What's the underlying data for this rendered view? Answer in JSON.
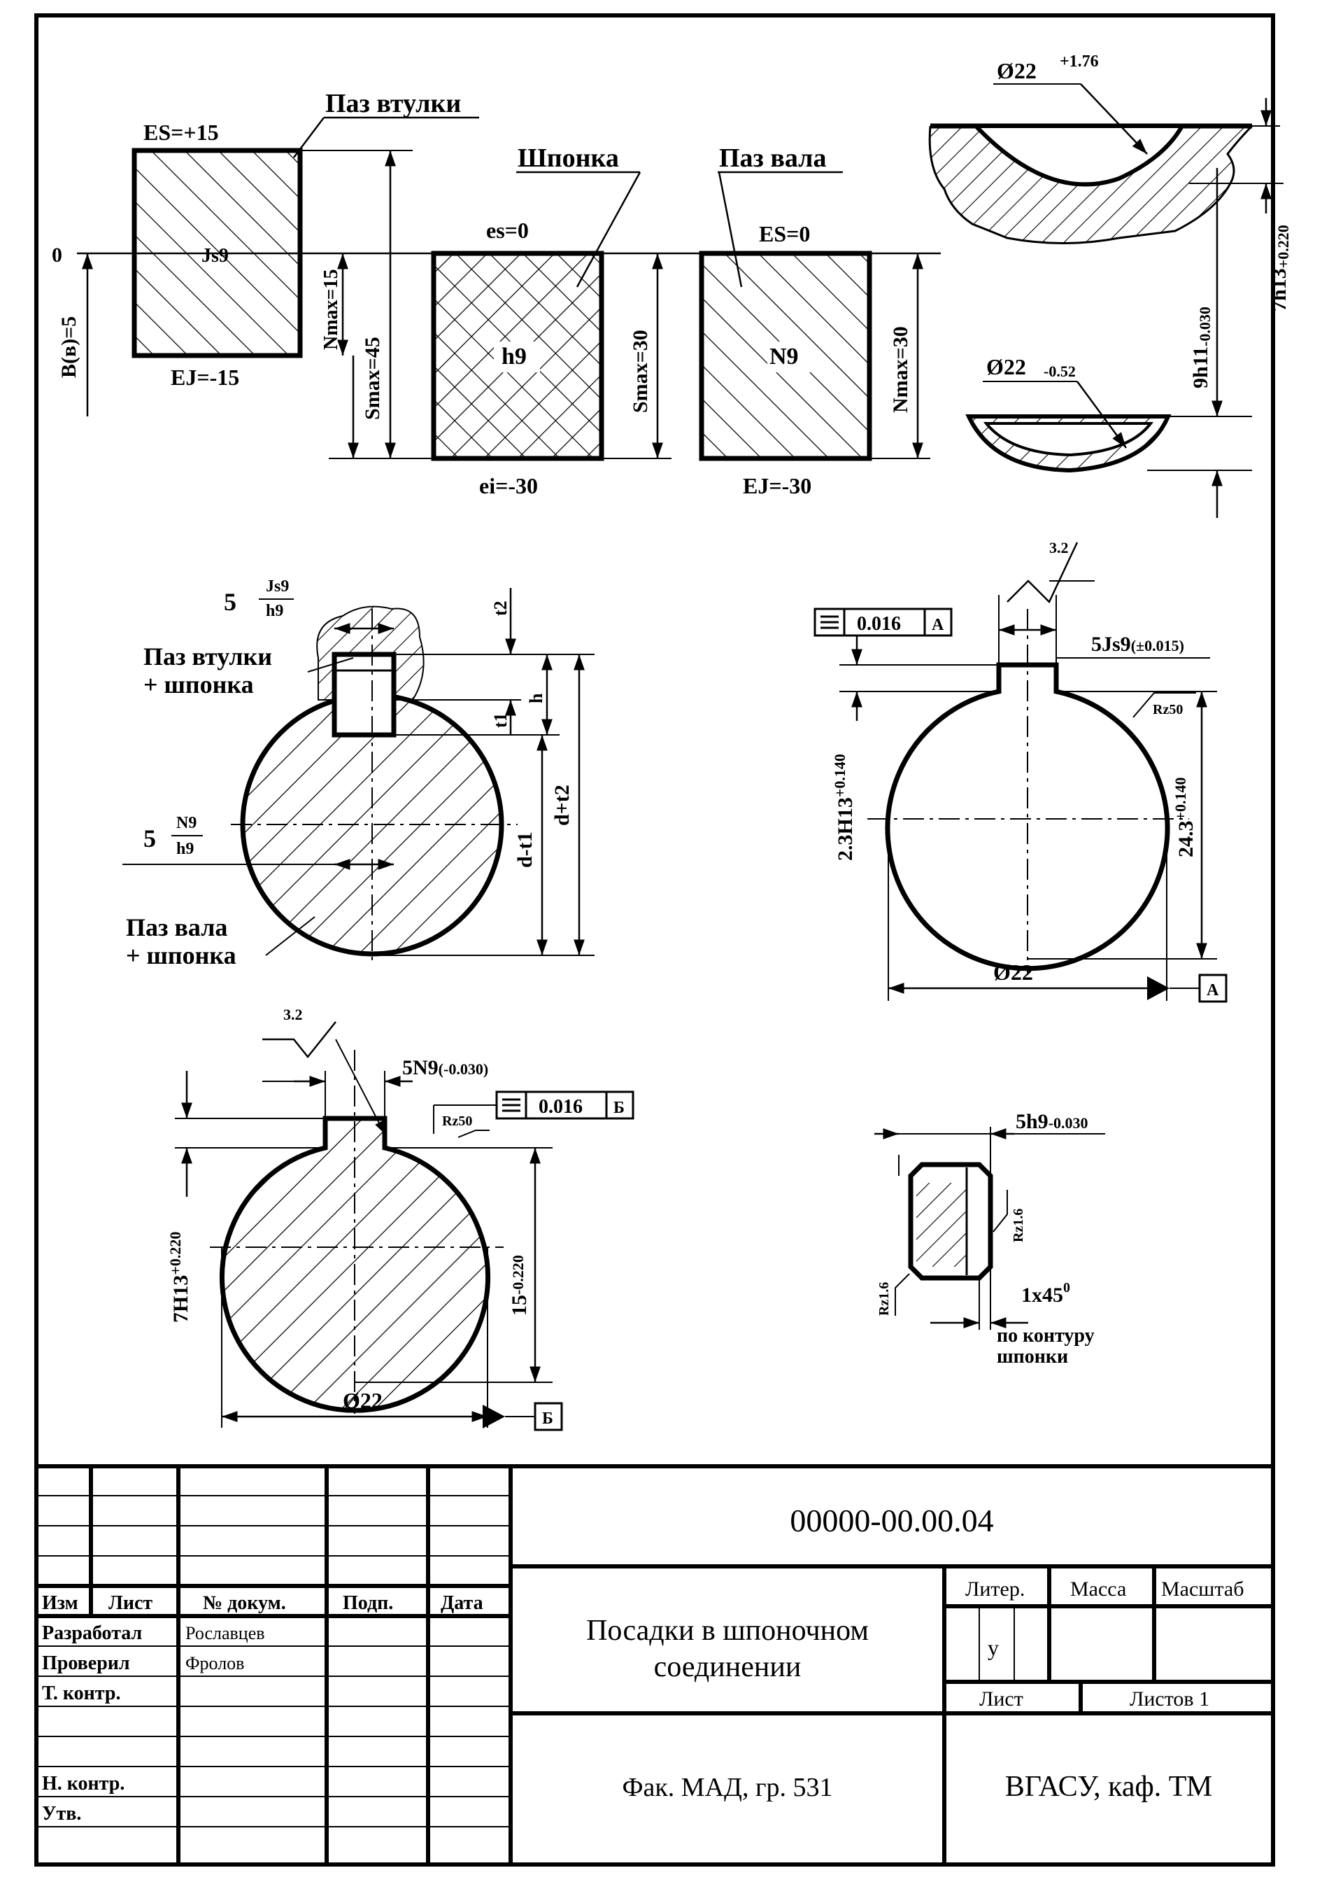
{
  "fits_diagram": {
    "title_bushing_slot": "Паз втулки",
    "title_key": "Шпонка",
    "title_shaft_slot": "Паз вала",
    "zero": "0",
    "b_label": "B(в)=5",
    "es_bushing": "ES=+15",
    "ej_bushing": "EJ=-15",
    "js9": "Js9",
    "nmax_15": "Nmax=15",
    "smax_45": "Smax=45",
    "es_key": "es=0",
    "ei_key": "ei=-30",
    "h9": "h9",
    "smax_30": "Smax=30",
    "es_shaft": "ES=0",
    "ej_shaft": "EJ=-30",
    "n9": "N9",
    "nmax_30": "Nmax=30"
  },
  "key_segment": {
    "dia_bushing": "Ø22",
    "dia_bushing_tol": "+1.76",
    "h13_label": "7h13",
    "h13_tol": "+0.220",
    "h11_label": "9h11",
    "h11_tol": "-0.030",
    "dia_key": "Ø22",
    "dia_key_tol": "-0.52"
  },
  "assembly": {
    "fit_top_num": "Js9",
    "fit_top_den": "h9",
    "fit_top_size": "5",
    "label_bushing_1": "Паз втулки",
    "label_bushing_2": "+ шпонка",
    "fit_mid_num": "N9",
    "fit_mid_den": "h9",
    "fit_mid_size": "5",
    "label_shaft_1": "Паз вала",
    "label_shaft_2": "+ шпонка",
    "t2": "t2",
    "t1": "t1",
    "h": "h",
    "d_minus_t1": "d-t1",
    "d_plus_t2": "d+t2"
  },
  "bushing_section": {
    "roughness": "3.2",
    "symmetry_sym": "⌯",
    "symmetry_val": "0.016",
    "symmetry_base": "A",
    "width": "5Js9",
    "width_tol": "(±0.015)",
    "rz": "Rz50",
    "depth": "2.3H13",
    "depth_tol": "+0.140",
    "height": "24.3",
    "height_tol": "+0.140",
    "dia": "Ø22",
    "base": "A"
  },
  "shaft_section": {
    "roughness": "3.2",
    "width": "5N9",
    "width_tol": "(-0.030)",
    "symmetry_val": "0.016",
    "symmetry_base": "Б",
    "rz": "Rz50",
    "depth": "7H13",
    "depth_tol": "+0.220",
    "height": "15",
    "height_tol": "-0.220",
    "dia": "Ø22",
    "base": "Б"
  },
  "key_section": {
    "width": "5h9",
    "width_tol": "-0.030",
    "rz_right": "Rz1.6",
    "rz_left": "Rz1.6",
    "chamfer": "1x45",
    "chamfer_deg": "0",
    "note_1": "по контуру",
    "note_2": "шпонки"
  },
  "title_block": {
    "doc_number": "00000-00.00.04",
    "col_izm": "Изм",
    "col_list": "Лист",
    "col_doc": "№ докум.",
    "col_podp": "Подп.",
    "col_data": "Дата",
    "row_razrab": "Разработал",
    "name_razrab": "Рославцев",
    "row_prov": "Проверил",
    "name_prov": "Фролов",
    "row_tkontr": "Т. контр.",
    "row_nkontr": "Н. контр.",
    "row_utv": "Утв.",
    "title_1": "Посадки в шпоночном",
    "title_2": "соединении",
    "liter": "Литер.",
    "massa": "Масса",
    "masshtab": "Масштаб",
    "liter_val": "у",
    "list": "Лист",
    "listov": "Листов 1",
    "faculty": "Фак. МАД, гр. 531",
    "university": "ВГАСУ, каф. ТМ"
  }
}
